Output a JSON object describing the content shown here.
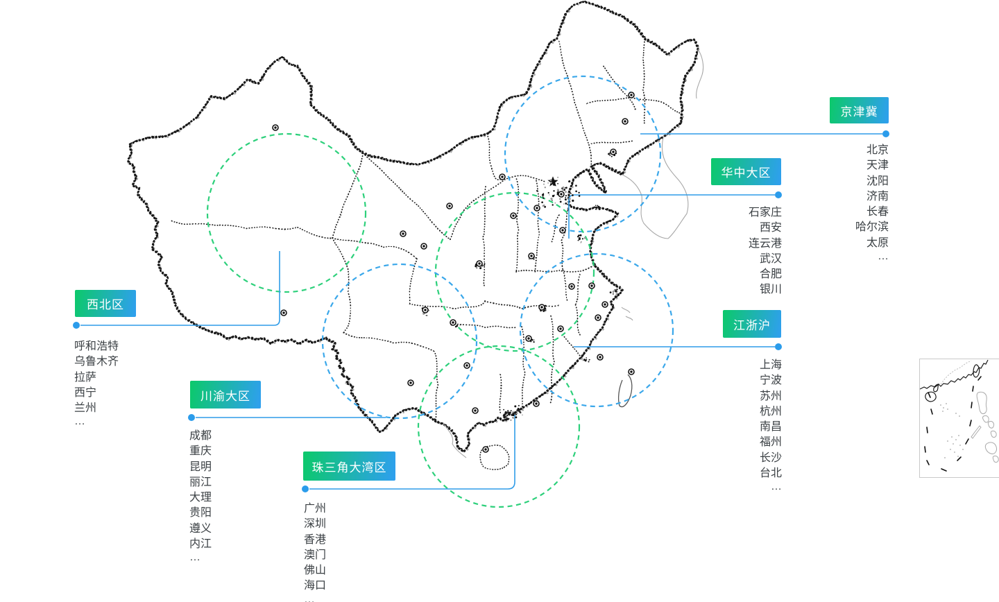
{
  "regions": [
    {
      "id": "jjj",
      "label": "京津冀",
      "cities": [
        "北京",
        "天津",
        "沈阳",
        "济南",
        "长春",
        "哈尔滨",
        "太原",
        "…"
      ]
    },
    {
      "id": "huazhong",
      "label": "华中大区",
      "cities": [
        "石家庄",
        "西安",
        "连云港",
        "武汉",
        "合肥",
        "银川"
      ]
    },
    {
      "id": "xibei",
      "label": "西北区",
      "cities": [
        "呼和浩特",
        "乌鲁木齐",
        "拉萨",
        "西宁",
        "兰州",
        "…"
      ]
    },
    {
      "id": "chuanyu",
      "label": "川渝大区",
      "cities": [
        "成都",
        "重庆",
        "昆明",
        "丽江",
        "大理",
        "贵阳",
        "遵义",
        "内江",
        "…"
      ]
    },
    {
      "id": "zhusanjiao",
      "label": "珠三角大湾区",
      "cities": [
        "广州",
        "深圳",
        "香港",
        "澳门",
        "佛山",
        "海口",
        "…"
      ]
    },
    {
      "id": "jzh",
      "label": "江浙沪",
      "cities": [
        "上海",
        "宁波",
        "苏州",
        "杭州",
        "南昌",
        "福州",
        "长沙",
        "台北",
        "…"
      ]
    }
  ],
  "colors": {
    "tag_gradient_start": "#0cc96a",
    "tag_gradient_end": "#2f9ff0",
    "circle_blue": "#3aa7ea",
    "circle_green": "#2dd07b",
    "connector_blue": "#2f9ce8",
    "city_text": "#3b4044",
    "map_outline": "#141414"
  }
}
